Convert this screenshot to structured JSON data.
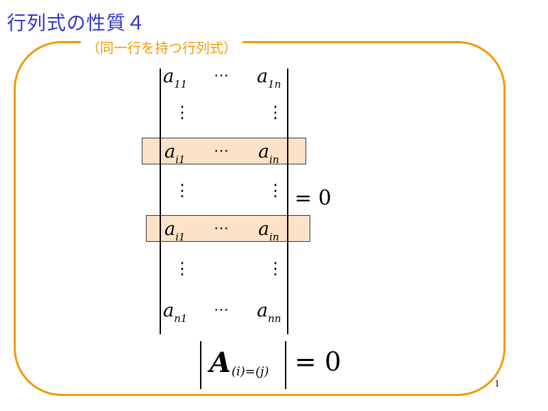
{
  "title": "行列式の性質４",
  "subtitle": "（同一行を持つ行列式）",
  "matrix": {
    "row1": {
      "a": "a",
      "a_sub": "11",
      "dots": "⋯",
      "b": "a",
      "b_sub": "1n"
    },
    "row_i_first": {
      "a": "a",
      "a_sub": "i1",
      "dots": "⋯",
      "b": "a",
      "b_sub": "in"
    },
    "row_i_second": {
      "a": "a",
      "a_sub": "i1",
      "dots": "⋯",
      "b": "a",
      "b_sub": "in"
    },
    "row_n": {
      "a": "a",
      "a_sub": "n1",
      "dots": "⋯",
      "b": "a",
      "b_sub": "nn"
    },
    "vdots": "⋮",
    "equals": "= 0"
  },
  "formula": {
    "symbol": "A",
    "subscript": "(i)=(j)",
    "equals": "= 0"
  },
  "page_number": "1",
  "colors": {
    "title": "#3333cc",
    "frame": "#f29a00",
    "highlight": "#fce3c8"
  }
}
